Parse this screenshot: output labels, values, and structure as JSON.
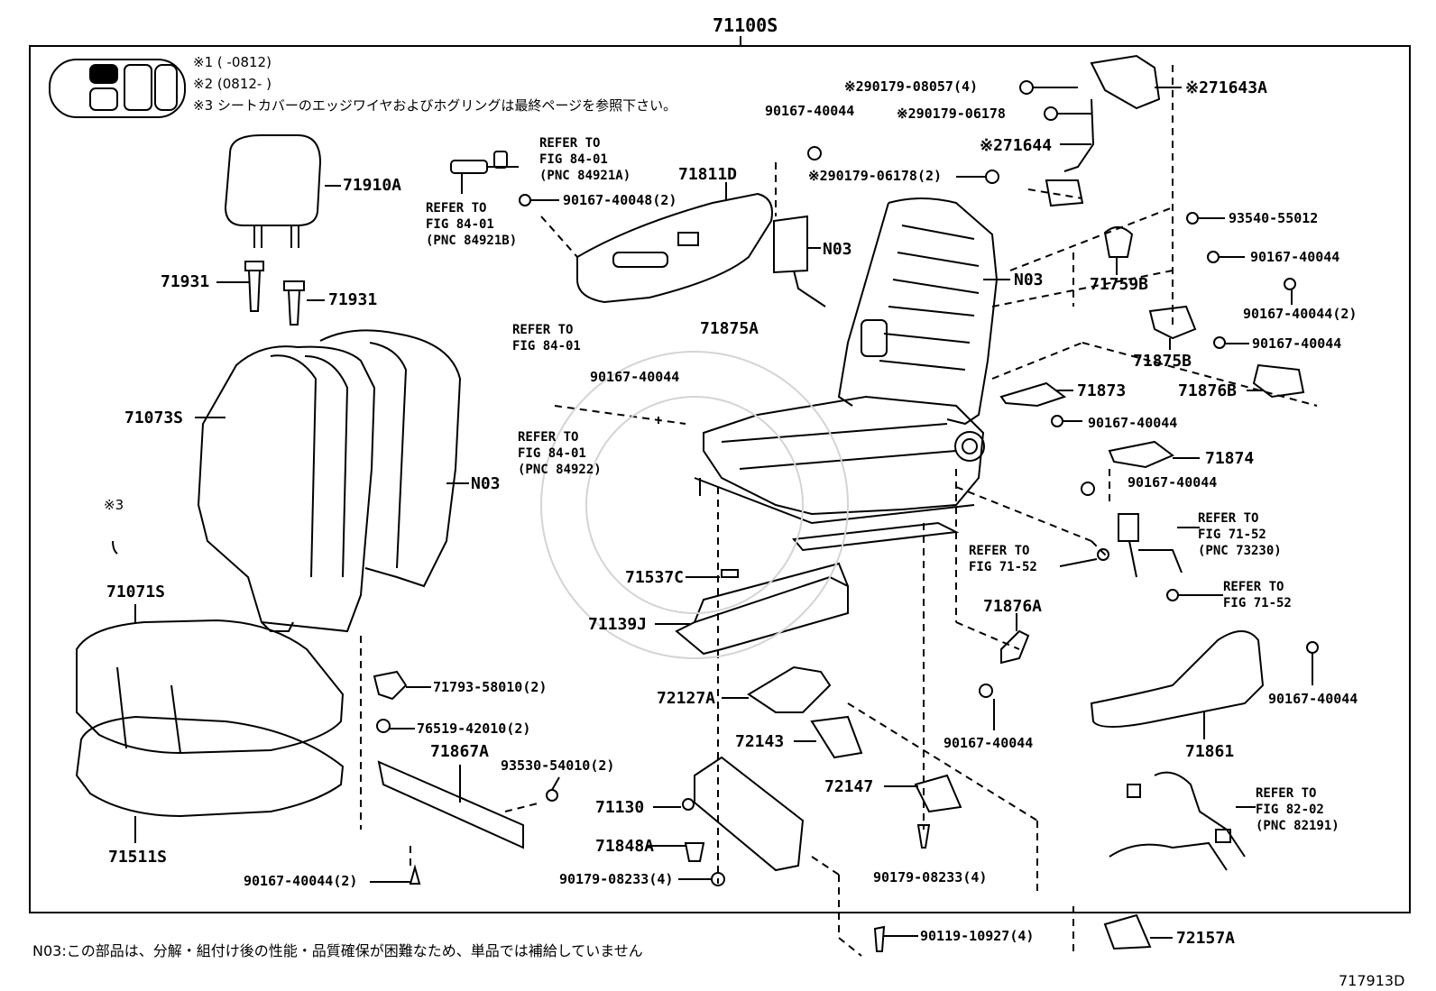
{
  "diagram": {
    "assembly_number": "71100S",
    "sheet_id": "717913D",
    "notes": [
      "※1 (      -0812)",
      "※2 (0812-      )",
      "※3 シートカバーのエッジワイヤおよびホグリングは最終ページを参照下さい。"
    ],
    "footer_note": "N03:この部品は、分解・組付け後の性能・品質確保が困難なため、単品では補給していません",
    "parts": {
      "p71910A": "71910A",
      "p71931a": "71931",
      "p71931b": "71931",
      "p71073S": "71073S",
      "pN03_cover": "N03",
      "pNote3": "※3",
      "p71071S": "71071S",
      "p71511S": "71511S",
      "p71793": "71793-58010(2)",
      "p76519": "76519-42010(2)",
      "p71867A": "71867A",
      "p93530": "93530-54010(2)",
      "p90167_bottom": "90167-40044(2)",
      "p71811D": "71811D",
      "p90167_40048": "90167-40048(2)",
      "pN03_switch": "N03",
      "p90167_top": "90167-40044",
      "p71875A": "71875A",
      "p90167_mid": "90167-40044",
      "p71537C": "71537C",
      "p71139J": "71139J",
      "p72127A": "72127A",
      "p72143": "72143",
      "p71130": "71130",
      "p71848A": "71848A",
      "p90179_08233a": "90179-08233(4)",
      "p72147": "72147",
      "p90179_08233b": "90179-08233(4)",
      "p90119": "90119-10927(4)",
      "p72157A": "72157A",
      "p90179_08057": "※290179-08057(4)",
      "p90179_06178a": "※290179-06178",
      "p90179_06178b": "※290179-06178(2)",
      "p71643A": "※271643A",
      "p71644": "※271644",
      "pN03_frame": "N03",
      "p93540": "93540-55012",
      "p90167_r1": "90167-40044",
      "p90167_r2": "90167-40044(2)",
      "p90167_r3": "90167-40044",
      "p71759B": "71759B",
      "p71875B": "71875B",
      "p71876B": "71876B",
      "p71873": "71873",
      "p90167_r4": "90167-40044",
      "p71874": "71874",
      "p90167_r5": "90167-40044",
      "p71876A": "71876A",
      "p90167_r6": "90167-40044",
      "p71861": "71861",
      "p90167_r7": "90167-40044"
    },
    "refs": {
      "r1": "REFER TO\nFIG 84-01\n(PNC 84921A)",
      "r2": "REFER TO\nFIG 84-01\n(PNC 84921B)",
      "r3": "REFER TO\nFIG 84-01",
      "r4": "REFER TO\nFIG 84-01\n(PNC 84922)",
      "r5": "REFER TO\nFIG 71-52\n(PNC 73230)",
      "r6": "REFER TO\nFIG 71-52",
      "r7": "REFER TO\nFIG 71-52",
      "r8": "REFER TO\nFIG 82-02\n(PNC 82191)"
    }
  }
}
